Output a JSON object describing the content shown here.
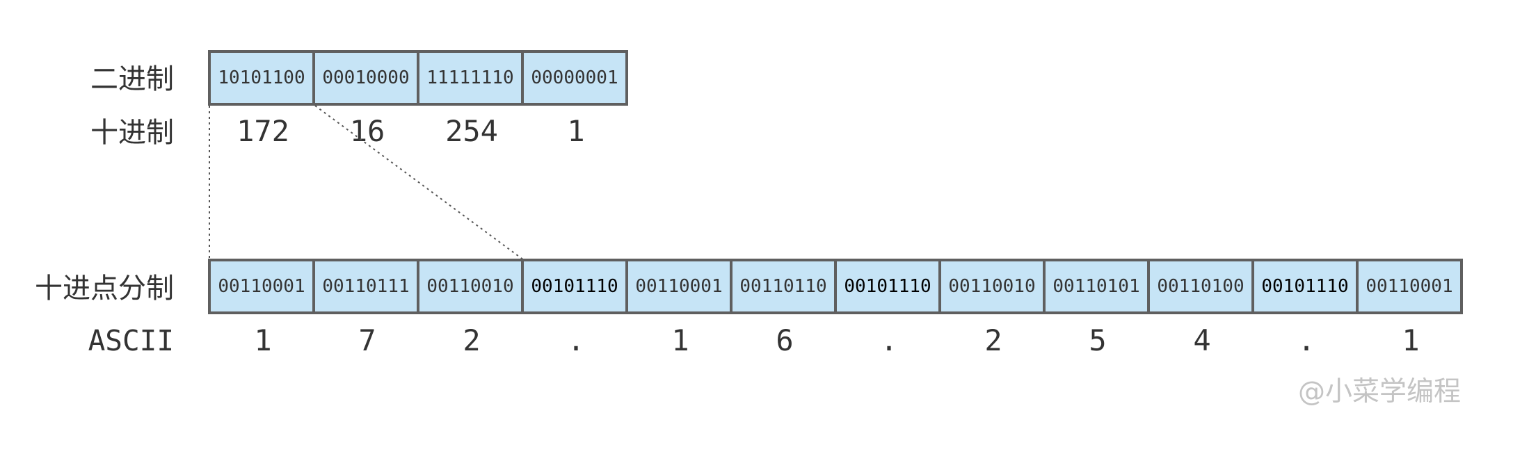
{
  "labels": {
    "binary": "二进制",
    "decimal": "十进制",
    "dotted_decimal": "十进点分制",
    "ascii": "ASCII"
  },
  "binary_octets": [
    "10101100",
    "00010000",
    "11111110",
    "00000001"
  ],
  "decimal_values": [
    "172",
    "16",
    "254",
    "1"
  ],
  "dotted_decimal_bytes": [
    {
      "bits": "00110001",
      "char": "1"
    },
    {
      "bits": "00110111",
      "char": "7"
    },
    {
      "bits": "00110010",
      "char": "2"
    },
    {
      "bits": "00101110",
      "char": "."
    },
    {
      "bits": "00110001",
      "char": "1"
    },
    {
      "bits": "00110110",
      "char": "6"
    },
    {
      "bits": "00101110",
      "char": "."
    },
    {
      "bits": "00110010",
      "char": "2"
    },
    {
      "bits": "00110101",
      "char": "5"
    },
    {
      "bits": "00110100",
      "char": "4"
    },
    {
      "bits": "00101110",
      "char": "."
    },
    {
      "bits": "00110001",
      "char": "1"
    }
  ],
  "watermark": "@小菜学编程",
  "colors": {
    "cell_fill": "#c6e4f6",
    "cell_border": "#5f5f5f",
    "text": "#333333",
    "watermark": "#c4c4c4"
  }
}
